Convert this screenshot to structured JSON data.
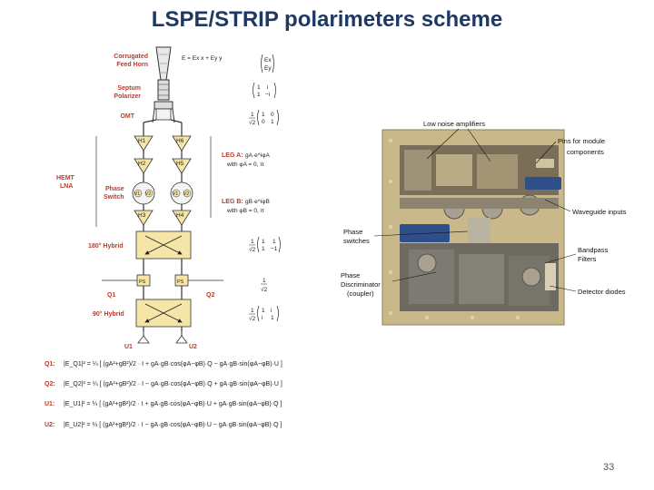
{
  "title": "LSPE/STRIP polarimeters scheme",
  "page_number": "33",
  "scheme": {
    "feed_horn_label": [
      "Corrugated",
      "Feed Horn"
    ],
    "field_expr": "E = Ex x + Ey y",
    "septum_label": [
      "Septum",
      "Polarizer"
    ],
    "omt_label": "OMT",
    "hemt_label": [
      "HEMT",
      "LNA"
    ],
    "phase_switch_label": [
      "Phase",
      "Switch"
    ],
    "amp_labels": [
      "H1",
      "H6",
      "H2",
      "H5",
      "H3",
      "H4"
    ],
    "switch_labels": [
      "V1",
      "V2",
      "V1",
      "V2"
    ],
    "leg_a_label": "LEG A:",
    "leg_a_expr": "gA·e^iφA",
    "leg_a_with": "with  φA = 0, π",
    "leg_b_label": "LEG B:",
    "leg_b_expr": "gB·e^iφB",
    "leg_b_with": "with  φB = 0, π",
    "hybrid180_label": "180° Hybrid",
    "ps_labels": [
      "PS",
      "PS"
    ],
    "q1_label": "Q1",
    "q2_label": "Q2",
    "hybrid90_label": "90° Hybrid",
    "u1_label": "U1",
    "u2_label": "U2"
  },
  "equations": [
    {
      "name": "Q1:",
      "expr": "|E_Q1|² = ¼ [ (gA²+gB²)/2 · I + gA·gB·cos(φA−φB)·Q − gA·gB·sin(φA−φB)·U ]"
    },
    {
      "name": "Q2:",
      "expr": "|E_Q2|² = ¼ [ (gA²+gB²)/2 · I − gA·gB·cos(φA−φB)·Q + gA·gB·sin(φA−φB)·U ]"
    },
    {
      "name": "U1:",
      "expr": "|E_U1|² = ¼ [ (gA²+gB²)/2 · I + gA·gB·cos(φA−φB)·U + gA·gB·sin(φA−φB)·Q ]"
    },
    {
      "name": "U2:",
      "expr": "|E_U2|² = ¼ [ (gA²+gB²)/2 · I − gA·gB·cos(φA−φB)·U − gA·gB·sin(φA−φB)·Q ]"
    }
  ],
  "photo_labels": {
    "low_noise": "Low noise amplifiers",
    "pins": "Pins for module",
    "components": "components",
    "waveguide": "Waveguide inputs",
    "phase_switches": [
      "Phase",
      "switches"
    ],
    "bandpass": [
      "Bandpass",
      "Filters"
    ],
    "phase_disc": [
      "Phase",
      "Discriminator",
      "(coupler)"
    ],
    "detector": "Detector diodes"
  },
  "colors": {
    "title": "#1f3864",
    "label_red": "#c0392b",
    "amp_fill": "#f5e6a8",
    "board_bg": "#c9b98a",
    "board_dark": "#6e6a60"
  }
}
